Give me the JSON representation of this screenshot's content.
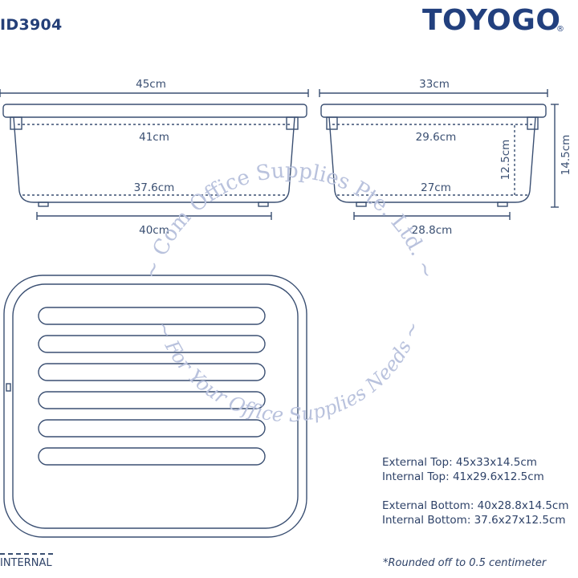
{
  "header": {
    "product_code": "ID3904",
    "brand": "TOYOGO",
    "brand_mark": "®"
  },
  "side_view": {
    "top_width": "45cm",
    "internal_top_width": "41cm",
    "internal_bottom_width": "37.6cm",
    "bottom_width": "40cm"
  },
  "end_view": {
    "top_width": "33cm",
    "internal_top_width": "29.6cm",
    "internal_bottom_width": "27cm",
    "bottom_width": "28.8cm",
    "internal_height": "12.5cm",
    "external_height": "14.5cm"
  },
  "watermark": {
    "line1": "~ Com Office Supplies Pte. Ltd. ~",
    "line2": "~ For Your Office Supplies Needs ~"
  },
  "specs": {
    "external_top": "External Top: 45x33x14.5cm",
    "internal_top": "Internal Top: 41x29.6x12.5cm",
    "external_bottom": "External Bottom: 40x28.8x14.5cm",
    "internal_bottom": "Internal Bottom: 37.6x27x12.5cm"
  },
  "legend": {
    "label": "INTERNAL"
  },
  "footnote": "*Rounded off to 0.5 centimeter",
  "colors": {
    "brand": "#22407e",
    "line": "#3a4f72",
    "watermark": "#b9c2dd"
  }
}
